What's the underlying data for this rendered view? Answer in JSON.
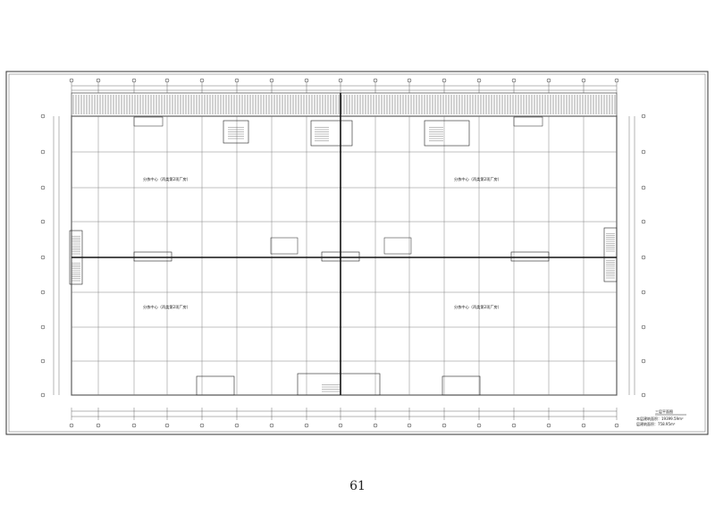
{
  "drawing": {
    "zones": [
      "分拣中心（丙类第2项厂房）",
      "分拣中心（丙类第2项厂房）",
      "分拣中心（丙类第2项厂房）",
      "分拣中心（丙类第2项厂房）"
    ],
    "title_block": {
      "title": "三层平面图",
      "line1": "本层建筑面积：19399.59m²",
      "line2": "层建筑面积：758.95m²"
    }
  },
  "page_number": "61"
}
